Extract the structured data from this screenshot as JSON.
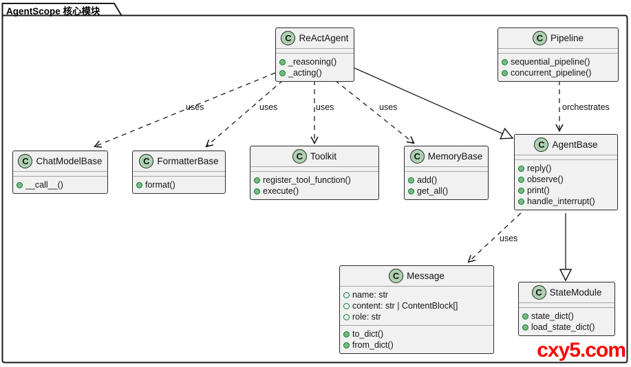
{
  "frame": {
    "title": "AgentScope 核心模块"
  },
  "watermark": {
    "text": "cxy5.com",
    "color": "#ff0000"
  },
  "colors": {
    "class_fill": "#F1F1F1",
    "class_border": "#2b2b2b",
    "circle_fill": "#ADD1B2",
    "method_dot_fill": "#79b980",
    "dot_border": "#067b36",
    "watermark": "#ff0000"
  },
  "classes": {
    "reactagent": {
      "icon": "C",
      "name": "ReActAgent",
      "attributes": [],
      "methods": [
        "_reasoning()",
        "_acting()"
      ]
    },
    "pipeline": {
      "icon": "C",
      "name": "Pipeline",
      "attributes": [],
      "methods": [
        "sequential_pipeline()",
        "concurrent_pipeline()"
      ]
    },
    "chatmodelbase": {
      "icon": "C",
      "name": "ChatModelBase",
      "attributes": [],
      "methods": [
        "__call__()"
      ]
    },
    "formatterbase": {
      "icon": "C",
      "name": "FormatterBase",
      "attributes": [],
      "methods": [
        "format()"
      ]
    },
    "toolkit": {
      "icon": "C",
      "name": "Toolkit",
      "attributes": [],
      "methods": [
        "register_tool_function()",
        "execute()"
      ]
    },
    "memorybase": {
      "icon": "C",
      "name": "MemoryBase",
      "attributes": [],
      "methods": [
        "add()",
        "get_all()"
      ]
    },
    "agentbase": {
      "icon": "C",
      "name": "AgentBase",
      "attributes": [],
      "methods": [
        "reply()",
        "observe()",
        "print()",
        "handle_interrupt()"
      ]
    },
    "message": {
      "icon": "C",
      "name": "Message",
      "attributes": [
        "name: str",
        "content: str | ContentBlock[]",
        "role: str"
      ],
      "methods": [
        "to_dict()",
        "from_dict()"
      ]
    },
    "statemodule": {
      "icon": "C",
      "name": "StateModule",
      "attributes": [],
      "methods": [
        "state_dict()",
        "load_state_dict()"
      ]
    }
  },
  "relations": [
    {
      "from": "ReActAgent",
      "to": "ChatModelBase",
      "label": "uses",
      "style": "dashed-arrow"
    },
    {
      "from": "ReActAgent",
      "to": "FormatterBase",
      "label": "uses",
      "style": "dashed-arrow"
    },
    {
      "from": "ReActAgent",
      "to": "Toolkit",
      "label": "uses",
      "style": "dashed-arrow"
    },
    {
      "from": "ReActAgent",
      "to": "MemoryBase",
      "label": "uses",
      "style": "dashed-arrow"
    },
    {
      "from": "ReActAgent",
      "to": "AgentBase",
      "label": "",
      "style": "inheritance"
    },
    {
      "from": "Pipeline",
      "to": "AgentBase",
      "label": "orchestrates",
      "style": "dashed-arrow"
    },
    {
      "from": "AgentBase",
      "to": "Message",
      "label": "uses",
      "style": "dashed-arrow"
    },
    {
      "from": "AgentBase",
      "to": "StateModule",
      "label": "",
      "style": "inheritance"
    }
  ]
}
